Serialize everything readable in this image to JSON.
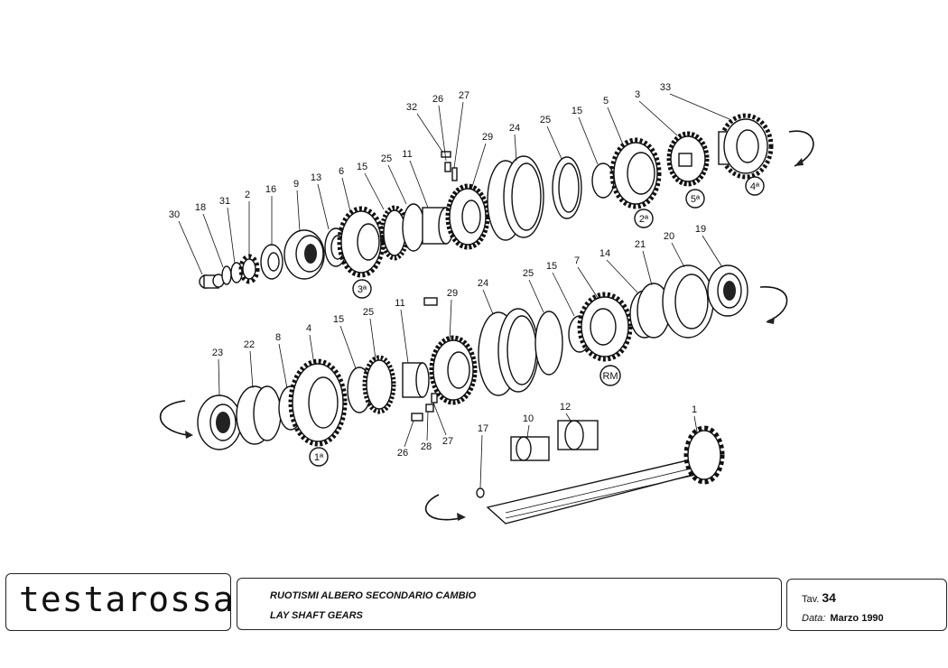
{
  "title_block": {
    "logo": "testarossa",
    "title_it": "RUOTISMI ALBERO SECONDARIO CAMBIO",
    "title_en": "LAY SHAFT GEARS",
    "tav_label": "Tav.",
    "tav_number": "34",
    "data_label": "Data:",
    "data_value": "Marzo 1990"
  },
  "callouts_upper": [
    "30",
    "18",
    "31",
    "2",
    "16",
    "9",
    "13",
    "6",
    "15",
    "25",
    "11",
    "32",
    "26",
    "27",
    "29",
    "24",
    "25",
    "15",
    "5",
    "3",
    "33"
  ],
  "callouts_lower": [
    "23",
    "22",
    "8",
    "4",
    "15",
    "25",
    "11",
    "29",
    "24",
    "25",
    "15",
    "7",
    "14",
    "21",
    "20",
    "19",
    "26",
    "28",
    "27",
    "17",
    "10",
    "12",
    "1"
  ],
  "gear_marks": [
    "3ª",
    "2ª",
    "5ª",
    "4ª",
    "RM",
    "1ª"
  ]
}
